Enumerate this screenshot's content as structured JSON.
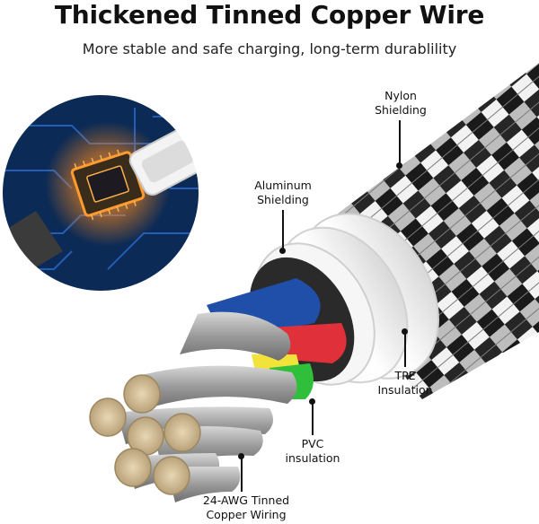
{
  "header": {
    "title": "Thickened Tinned Copper Wire",
    "subtitle": "More stable and safe charging, long-term durablility"
  },
  "callouts": {
    "nylon": [
      "Nylon",
      "Shielding"
    ],
    "aluminum": [
      "Aluminum",
      "Shielding"
    ],
    "tpe": [
      "TPE",
      "Insulation"
    ],
    "pvc": [
      "PVC",
      "insulation"
    ],
    "copper": [
      "24-AWG Tinned",
      "Copper Wiring"
    ]
  },
  "colors": {
    "circuit_bg": "#0b2a55",
    "chip_glow": "#ff8a1a",
    "wire_blue": "#1f4fa8",
    "wire_red": "#e0303a",
    "wire_green": "#2fbf3a",
    "wire_yellow": "#f1e33a",
    "copper_end": "#d8c39a",
    "strand_silver": "#a8a8a8"
  }
}
